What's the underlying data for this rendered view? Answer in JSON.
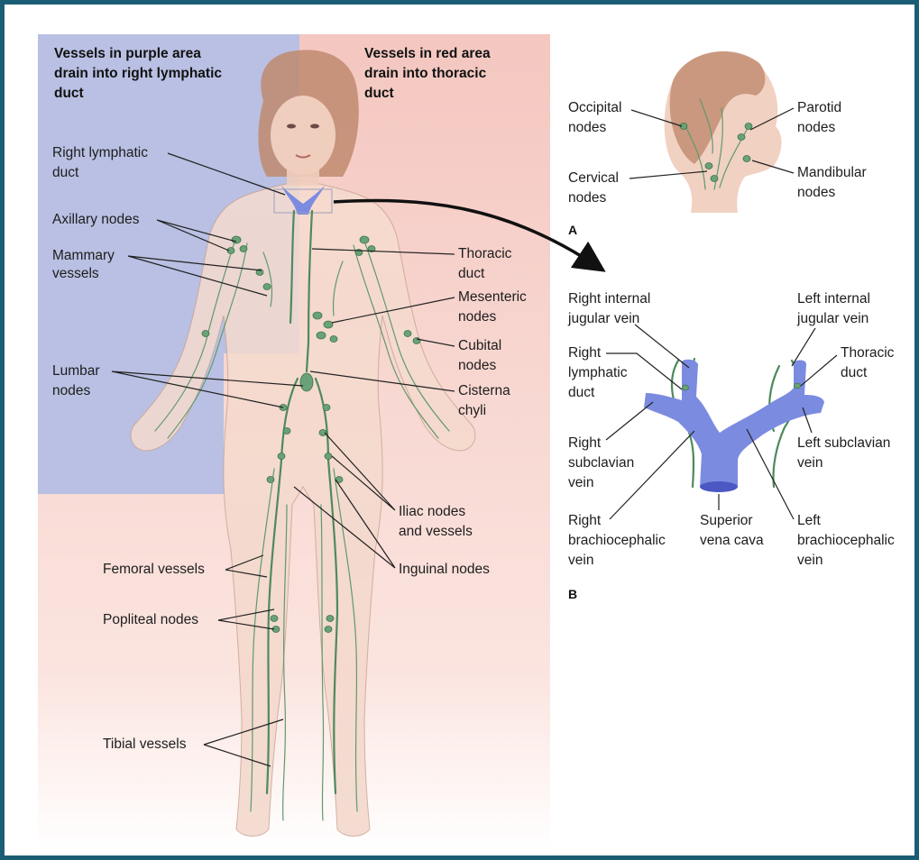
{
  "colors": {
    "frame": "#1a5d74",
    "purple_area": "#b9c0e3",
    "red_area": "#f4c7c0",
    "vessel": "#4e8a5d",
    "vein": "#7b8be0"
  },
  "headers": {
    "purple": [
      "Vessels in purple area",
      "drain into right lymphatic",
      "duct"
    ],
    "red": [
      "Vessels in red area",
      "drain into thoracic",
      "duct"
    ]
  },
  "body_labels": {
    "right_lymphatic_duct": [
      "Right lymphatic",
      "duct"
    ],
    "axillary_nodes": [
      "Axillary nodes"
    ],
    "mammary_vessels": [
      "Mammary",
      "vessels"
    ],
    "lumbar_nodes": [
      "Lumbar",
      "nodes"
    ],
    "femoral_vessels": [
      "Femoral vessels"
    ],
    "popliteal_nodes": [
      "Popliteal nodes"
    ],
    "tibial_vessels": [
      "Tibial vessels"
    ],
    "thoracic_duct": [
      "Thoracic",
      "duct"
    ],
    "mesenteric_nodes": [
      "Mesenteric",
      "nodes"
    ],
    "cubital_nodes": [
      "Cubital",
      "nodes"
    ],
    "cisterna_chyli": [
      "Cisterna",
      "chyli"
    ],
    "iliac_nodes": [
      "Iliac nodes",
      "and vessels"
    ],
    "inguinal_nodes": [
      "Inguinal nodes"
    ]
  },
  "panel_a": {
    "letter": "A",
    "occipital_nodes": [
      "Occipital",
      "nodes"
    ],
    "cervical_nodes": [
      "Cervical",
      "nodes"
    ],
    "parotid_nodes": [
      "Parotid",
      "nodes"
    ],
    "mandibular_nodes": [
      "Mandibular",
      "nodes"
    ]
  },
  "panel_b": {
    "letter": "B",
    "right_internal_jugular": [
      "Right internal",
      "jugular vein"
    ],
    "right_lymphatic_duct": [
      "Right",
      "lymphatic",
      "duct"
    ],
    "right_subclavian": [
      "Right",
      "subclavian",
      "vein"
    ],
    "right_brachiocephalic": [
      "Right",
      "brachiocephalic",
      "vein"
    ],
    "superior_vena_cava": [
      "Superior",
      "vena cava"
    ],
    "left_internal_jugular": [
      "Left internal",
      "jugular vein"
    ],
    "thoracic_duct": [
      "Thoracic",
      "duct"
    ],
    "left_subclavian": [
      "Left subclavian",
      "vein"
    ],
    "left_brachiocephalic": [
      "Left",
      "brachiocephalic",
      "vein"
    ]
  }
}
